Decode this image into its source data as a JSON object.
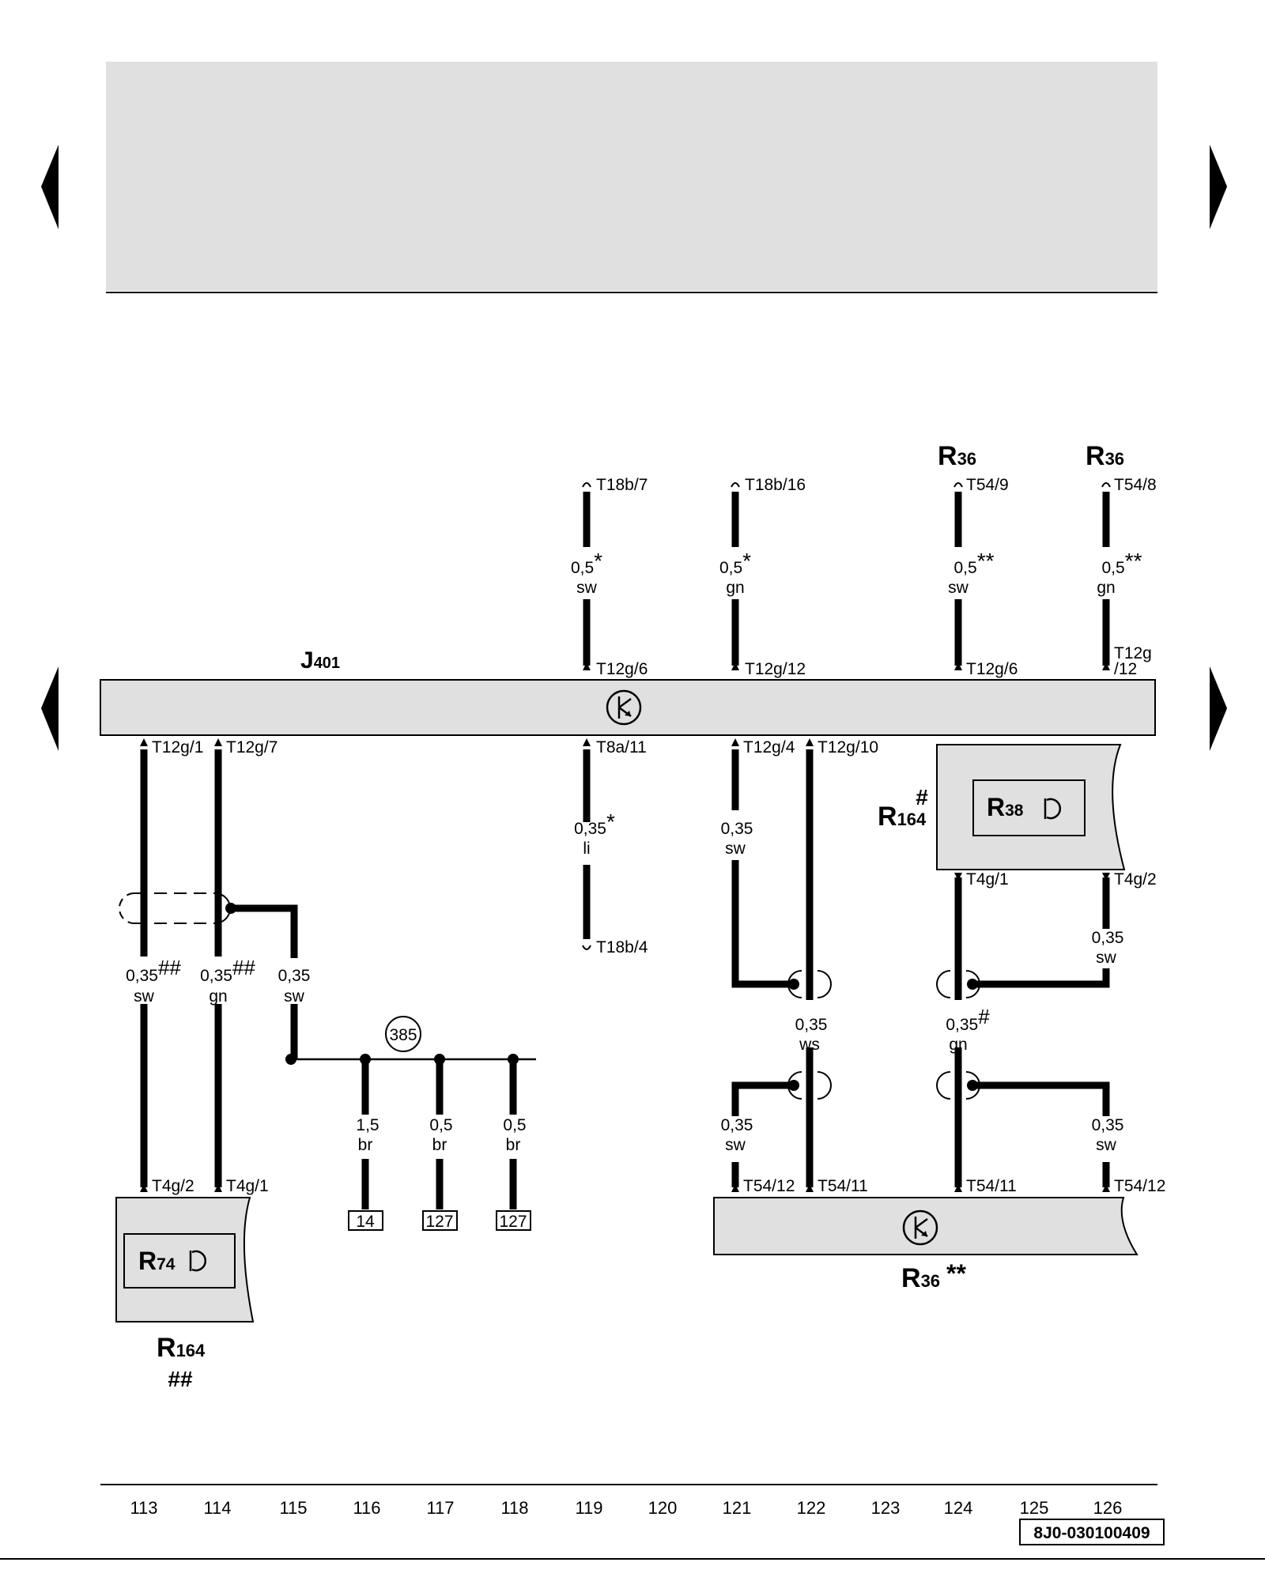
{
  "header": {
    "colors": {
      "panel": "#e0e0e0",
      "ink": "#000000"
    }
  },
  "control_unit": {
    "label": "J",
    "sub": "401",
    "top_pins": [
      "T12g/6",
      "T12g/12",
      "T12g/6",
      "T12g",
      "/12"
    ],
    "bottom_pins": [
      "T12g/1",
      "T12g/7",
      "T8a/11",
      "T12g/4",
      "T12g/10"
    ]
  },
  "top_components": {
    "r36_a": {
      "label": "R",
      "sub": "36"
    },
    "r36_b": {
      "label": "R",
      "sub": "36"
    },
    "pins": [
      "T18b/7",
      "T18b/16",
      "T54/9",
      "T54/8"
    ]
  },
  "wires": {
    "w119_top": {
      "size": "0,5",
      "mark": "*",
      "color": "sw"
    },
    "w121_top": {
      "size": "0,5",
      "mark": "*",
      "color": "gn"
    },
    "w124_top": {
      "size": "0,5",
      "mark": "**",
      "color": "sw"
    },
    "w126_top": {
      "size": "0,5",
      "mark": "**",
      "color": "gn"
    },
    "w113": {
      "size": "0,35",
      "mark": "##",
      "color": "sw"
    },
    "w114": {
      "size": "0,35",
      "mark": "##",
      "color": "gn"
    },
    "w115": {
      "size": "0,35",
      "color": "sw"
    },
    "w119_bottom": {
      "size": "0,35",
      "mark": "*",
      "color": "li"
    },
    "w121_mid": {
      "size": "0,35",
      "color": "sw"
    },
    "w122": {
      "size": "0,35",
      "color": "ws"
    },
    "w124_mid": {
      "size": "0,35",
      "mark": "#",
      "color": "gn"
    },
    "w126_mid": {
      "size": "0,35",
      "color": "sw"
    },
    "w121_low": {
      "size": "0,35",
      "color": "sw"
    },
    "w126_low": {
      "size": "0,35",
      "color": "sw"
    },
    "w116": {
      "size": "1,5",
      "color": "br"
    },
    "w117": {
      "size": "0,5",
      "color": "br"
    },
    "w118": {
      "size": "0,5",
      "color": "br"
    }
  },
  "pin_labels": {
    "t18b4": "T18b/4",
    "t4g1_r": "T4g/1",
    "t4g2_r": "T4g/2",
    "t4g2_l": "T4g/2",
    "t4g1_l": "T4g/1",
    "t54_12a": "T54/12",
    "t54_11a": "T54/11",
    "t54_11b": "T54/11",
    "t54_12b": "T54/12"
  },
  "ground": {
    "number": "385"
  },
  "refs": [
    "14",
    "127",
    "127"
  ],
  "components": {
    "r74": {
      "label": "R",
      "sub": "74"
    },
    "r164_left": {
      "label": "R",
      "sub": "164",
      "mark": "##"
    },
    "r38": {
      "label": "R",
      "sub": "38"
    },
    "r164_right": {
      "label": "R",
      "sub": "164",
      "mark": "#"
    },
    "r36_bottom": {
      "label": "R",
      "sub": "36",
      "mark": "**"
    }
  },
  "scale": [
    "113",
    "114",
    "115",
    "116",
    "117",
    "118",
    "119",
    "120",
    "121",
    "122",
    "123",
    "124",
    "125",
    "126"
  ],
  "doc_code": "8J0-030100409"
}
